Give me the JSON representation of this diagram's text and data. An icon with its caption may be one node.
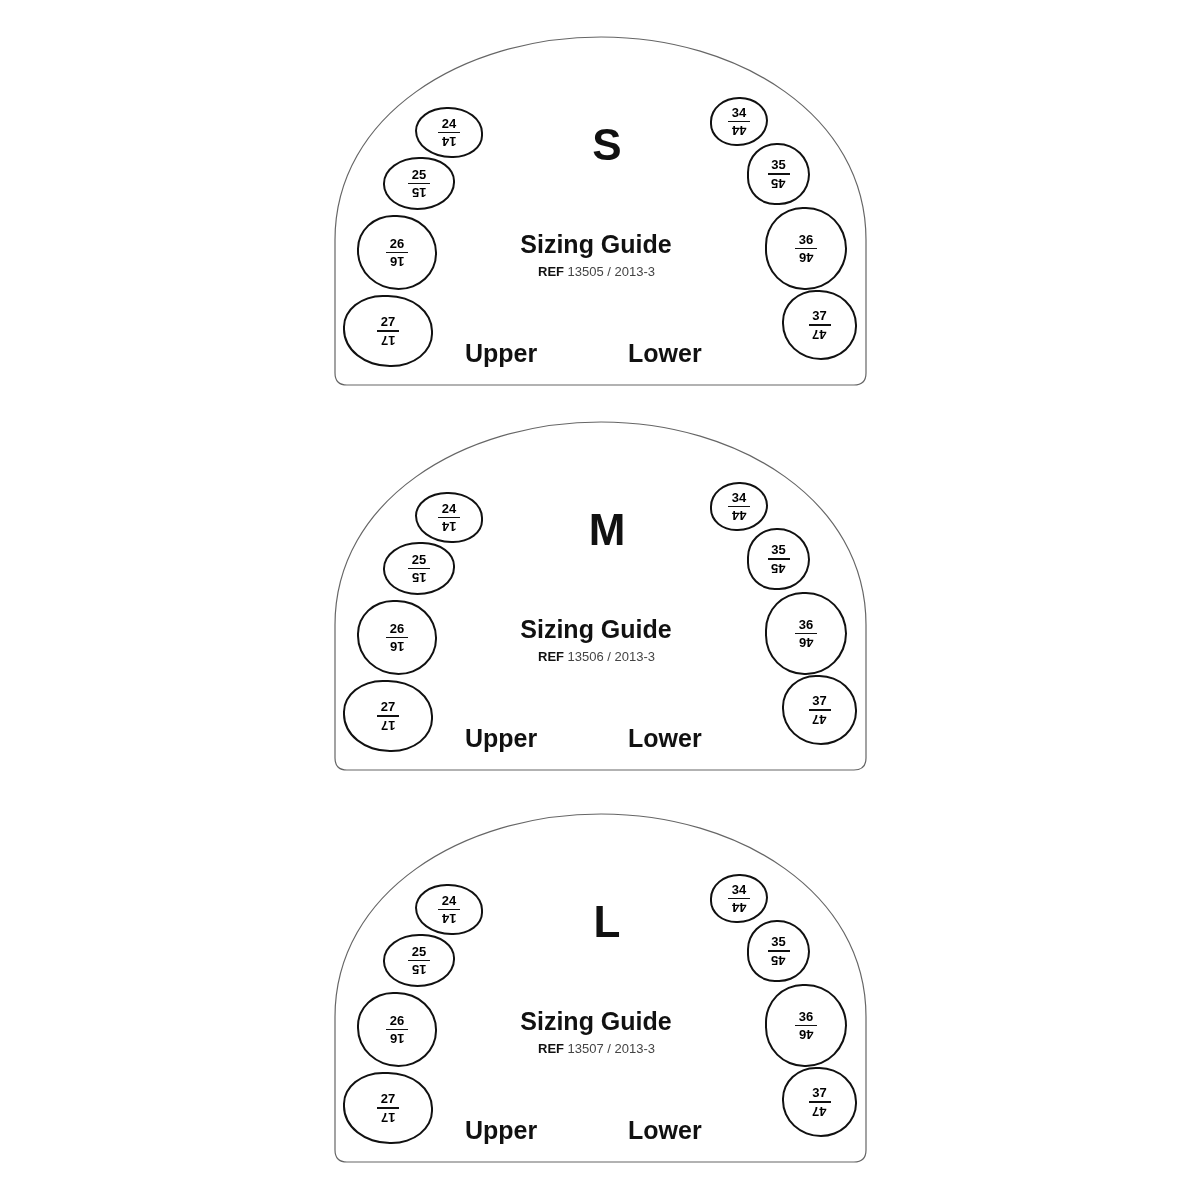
{
  "diagram": {
    "nodes": [
      {
        "text": [
          "S",
          "Sizing Guide",
          "**REF** 13505 / 2013-3",
          "Upper",
          "Lower"
        ]
      },
      {
        "text": [
          "24",
          "14"
        ],
        "in": 0
      },
      {
        "text": [
          "25",
          "15"
        ],
        "in": 0
      },
      {
        "text": [
          "26",
          "16"
        ],
        "in": 0
      },
      {
        "text": [
          "27",
          "17"
        ],
        "in": 0
      },
      {
        "text": [
          "34",
          "44"
        ],
        "in": 0
      },
      {
        "text": [
          "35",
          "45"
        ],
        "in": 0
      },
      {
        "text": [
          "36",
          "46"
        ],
        "in": 0
      },
      {
        "text": [
          "37",
          "47"
        ],
        "in": 0
      },
      {
        "text": [
          "M",
          "Sizing Guide",
          "**REF** 13506 / 2013-3",
          "Upper",
          "Lower"
        ]
      },
      {
        "text": [
          "24",
          "14"
        ],
        "in": 9
      },
      {
        "text": [
          "25",
          "15"
        ],
        "in": 9
      },
      {
        "text": [
          "26",
          "16"
        ],
        "in": 9
      },
      {
        "text": [
          "27",
          "17"
        ],
        "in": 9
      },
      {
        "text": [
          "34",
          "44"
        ],
        "in": 9
      },
      {
        "text": [
          "35",
          "45"
        ],
        "in": 9
      },
      {
        "text": [
          "36",
          "46"
        ],
        "in": 9
      },
      {
        "text": [
          "37",
          "47"
        ],
        "in": 9
      },
      {
        "text": [
          "L",
          "Sizing Guide",
          "**REF** 13507 / 2013-3",
          "Upper",
          "Lower"
        ]
      },
      {
        "text": [
          "24",
          "14"
        ],
        "in": 18
      },
      {
        "text": [
          "25",
          "15"
        ],
        "in": 18
      },
      {
        "text": [
          "26",
          "16"
        ],
        "in": 18
      },
      {
        "text": [
          "27",
          "17"
        ],
        "in": 18
      },
      {
        "text": [
          "34",
          "44"
        ],
        "in": 18
      },
      {
        "text": [
          "35",
          "45"
        ],
        "in": 18
      },
      {
        "text": [
          "36",
          "46"
        ],
        "in": 18
      },
      {
        "text": [
          "37",
          "47"
        ],
        "in": 18
      }
    ]
  }
}
